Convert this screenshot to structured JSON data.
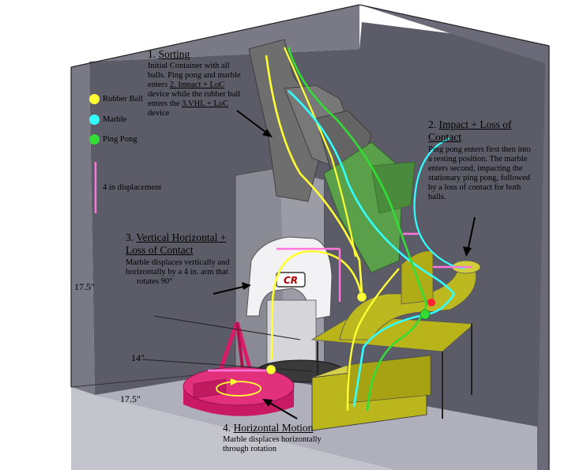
{
  "colors": {
    "rubber_ball": "#ffff33",
    "marble": "#33ffff",
    "ping_pong": "#33dd33",
    "displacement": "#ff77dd",
    "wall_back": "#5c5c68",
    "wall_left": "#6a6a76",
    "floor": "#b8b8c4",
    "track": "#b8b419",
    "disc": "#e0307a",
    "sorter": "#6e6e6e",
    "ramp": "#5a9a4a"
  },
  "legend": {
    "rubber_ball": "Rubber Ball",
    "marble": "Marble",
    "ping_pong": "Ping Pong",
    "displacement": "4 in displacement"
  },
  "sorting": {
    "number": "1.",
    "title": "Sorting",
    "line1": "Initial Container with all",
    "line2": "balls. Ping pong and marble",
    "line3_pre": "enters ",
    "line3_link": "2. Impact + LoC",
    "line4": "device while the rubber ball",
    "line5_pre": "enters the ",
    "line5_link": "3.VHL + LoC",
    "line6": "device"
  },
  "impact": {
    "number": "2.",
    "title_line1": "Impact + Loss of",
    "title_line2": "Contact",
    "line1": "Ping pong enters first then into",
    "line2": "a resting position. The marble",
    "line3": "enters second, impacting the",
    "line4": "stationary ping pong, followed",
    "line5": "by a loss of contact for both",
    "line6": "balls."
  },
  "vertical": {
    "number": "3.",
    "title_line1": "Vertical Horizontal +",
    "title_line2": "Loss of Contact",
    "line1": "Marble displaces vertically and",
    "line2": "horizontally by a 4 in. arm that",
    "line3": "rotates 90°"
  },
  "horizontal": {
    "number": "4.",
    "title": "Horizontal Motion",
    "line1": "Marble displaces horizontally",
    "line2": "through rotation"
  },
  "dimensions": {
    "height": "17.5\"",
    "width": "14\"",
    "depth": "17.5\""
  },
  "model_label": "CR"
}
